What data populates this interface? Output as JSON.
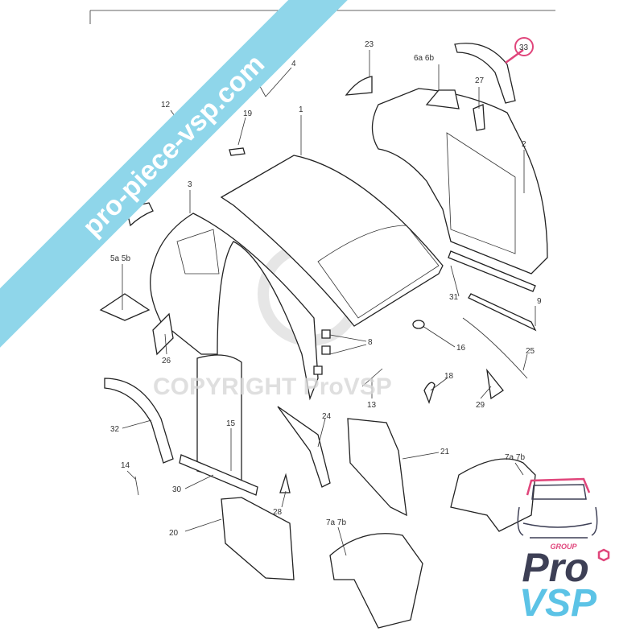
{
  "watermark": {
    "banner_text": "pro-piece-vsp.com",
    "copyright_text": "COPYRIGHT ProVSP",
    "banner_color": "#8fd6ea"
  },
  "highlight_color": "#e0457b",
  "callouts": [
    {
      "id": "label-23",
      "text": "23"
    },
    {
      "id": "label-6a6b",
      "text": "6a 6b"
    },
    {
      "id": "label-27",
      "text": "27"
    },
    {
      "id": "label-33",
      "text": "33",
      "highlighted": true
    },
    {
      "id": "label-4",
      "text": "4"
    },
    {
      "id": "label-12",
      "text": "12"
    },
    {
      "id": "label-19",
      "text": "19"
    },
    {
      "id": "label-1",
      "text": "1"
    },
    {
      "id": "label-2",
      "text": "2"
    },
    {
      "id": "label-3",
      "text": "3"
    },
    {
      "id": "label-5a5b",
      "text": "5a 5b"
    },
    {
      "id": "label-31",
      "text": "31"
    },
    {
      "id": "label-9",
      "text": "9"
    },
    {
      "id": "label-8",
      "text": "8"
    },
    {
      "id": "label-16",
      "text": "16"
    },
    {
      "id": "label-25",
      "text": "25"
    },
    {
      "id": "label-26",
      "text": "26"
    },
    {
      "id": "label-18",
      "text": "18"
    },
    {
      "id": "label-13",
      "text": "13"
    },
    {
      "id": "label-29",
      "text": "29"
    },
    {
      "id": "label-32",
      "text": "32"
    },
    {
      "id": "label-15",
      "text": "15"
    },
    {
      "id": "label-24",
      "text": "24"
    },
    {
      "id": "label-21",
      "text": "21"
    },
    {
      "id": "label-7a7b-right",
      "text": "7a 7b"
    },
    {
      "id": "label-14",
      "text": "14"
    },
    {
      "id": "label-30",
      "text": "30"
    },
    {
      "id": "label-28",
      "text": "28"
    },
    {
      "id": "label-20",
      "text": "20"
    },
    {
      "id": "label-7a7b-bottom",
      "text": "7a 7b"
    }
  ],
  "logo": {
    "group_text": "GROUP",
    "pro_text": "Pro",
    "vsp_text": "VSP",
    "dark_color": "#3d3f55",
    "blue_color": "#5cc3e6",
    "pink_color": "#e0457b"
  }
}
